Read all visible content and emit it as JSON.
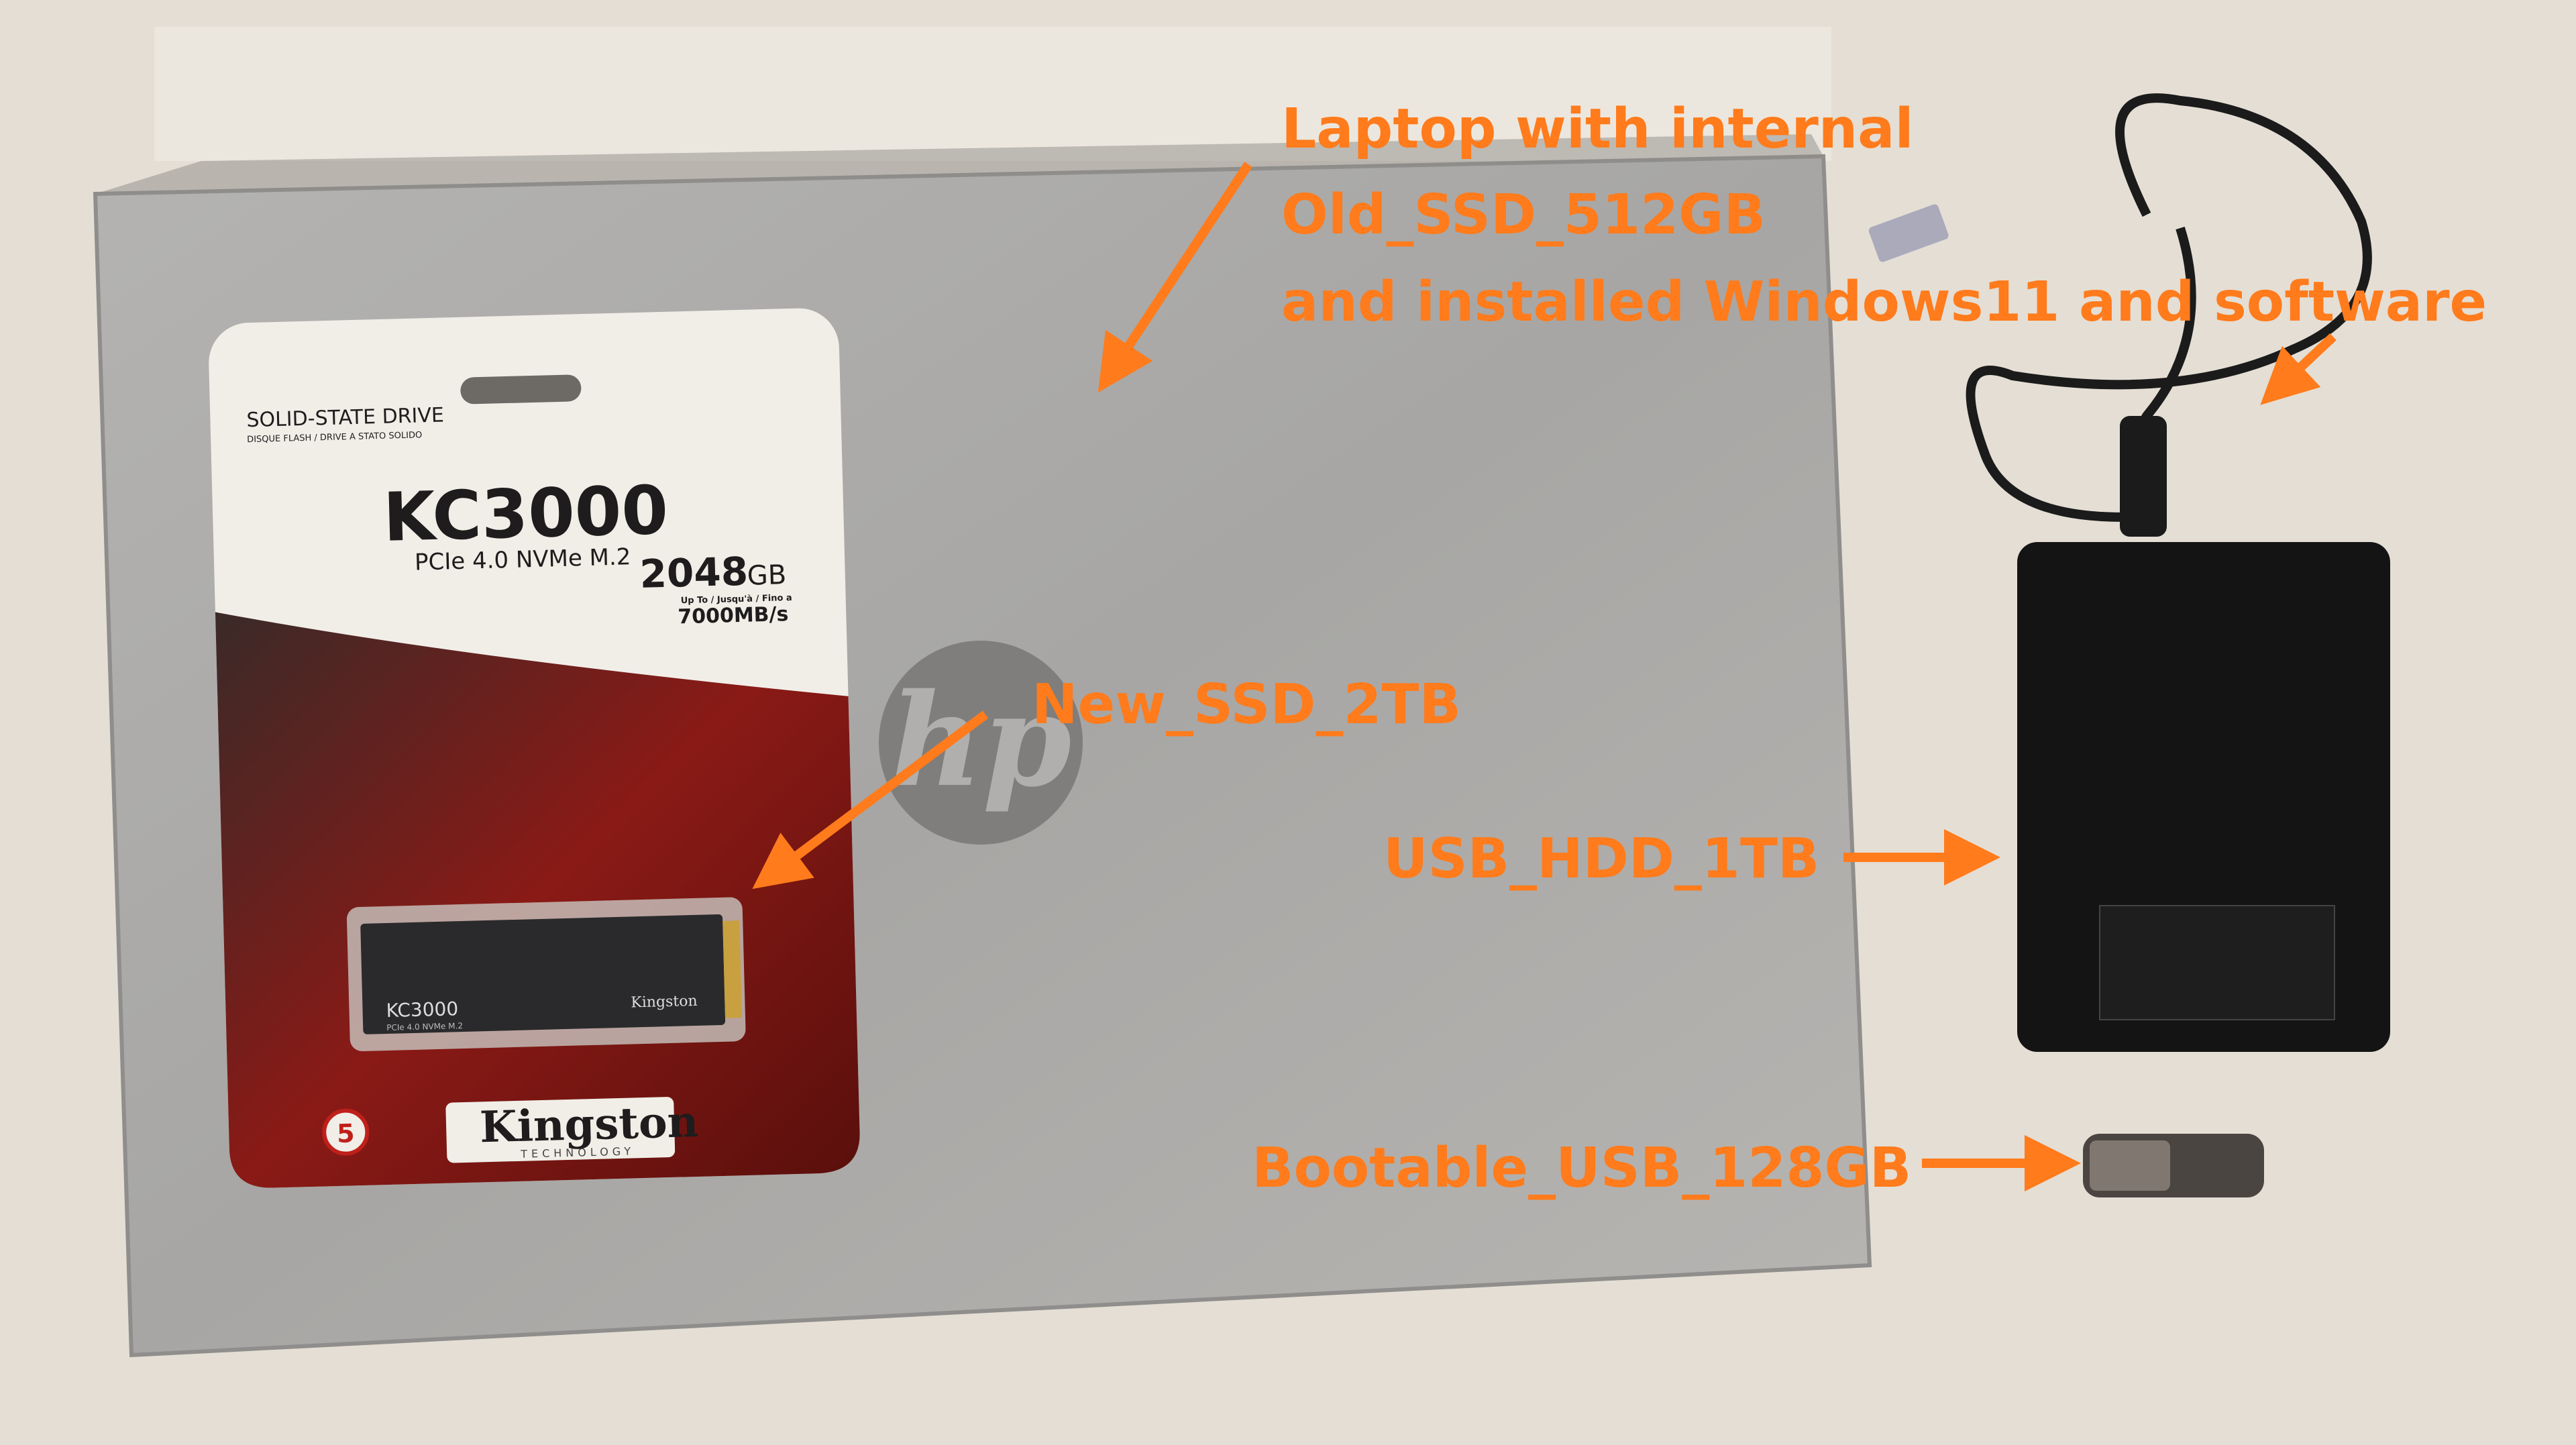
{
  "annotations": {
    "laptop_line1": "Laptop with internal",
    "laptop_line2": "Old_SSD_512GB",
    "laptop_line3": "and installed Windows11 and software",
    "new_ssd": "New_SSD_2TB",
    "usb_hdd": "USB_HDD_1TB",
    "bootable_usb": "Bootable_USB_128GB"
  },
  "package": {
    "category": "SOLID-STATE DRIVE",
    "category_sub": "DISQUE FLASH / DRIVE A STATO SOLIDO",
    "model": "KC3000",
    "interface": "PCIe 4.0 NVMe M.2",
    "capacity": "2048",
    "capacity_unit": "GB",
    "speed_prefix": "Up To / Jusqu'à / Fino a",
    "speed": "7000MB/s",
    "brand": "Kingston",
    "brand_sub": "TECHNOLOGY",
    "warranty": "5",
    "drive_label": "KC3000",
    "drive_sub": "PCIe 4.0 NVMe M.2",
    "drive_brand": "Kingston"
  },
  "laptop": {
    "logo": "hp"
  },
  "colors": {
    "annotation": "#ff7b1c",
    "background": "#e4ded4",
    "laptop": "#a9a8a6"
  }
}
